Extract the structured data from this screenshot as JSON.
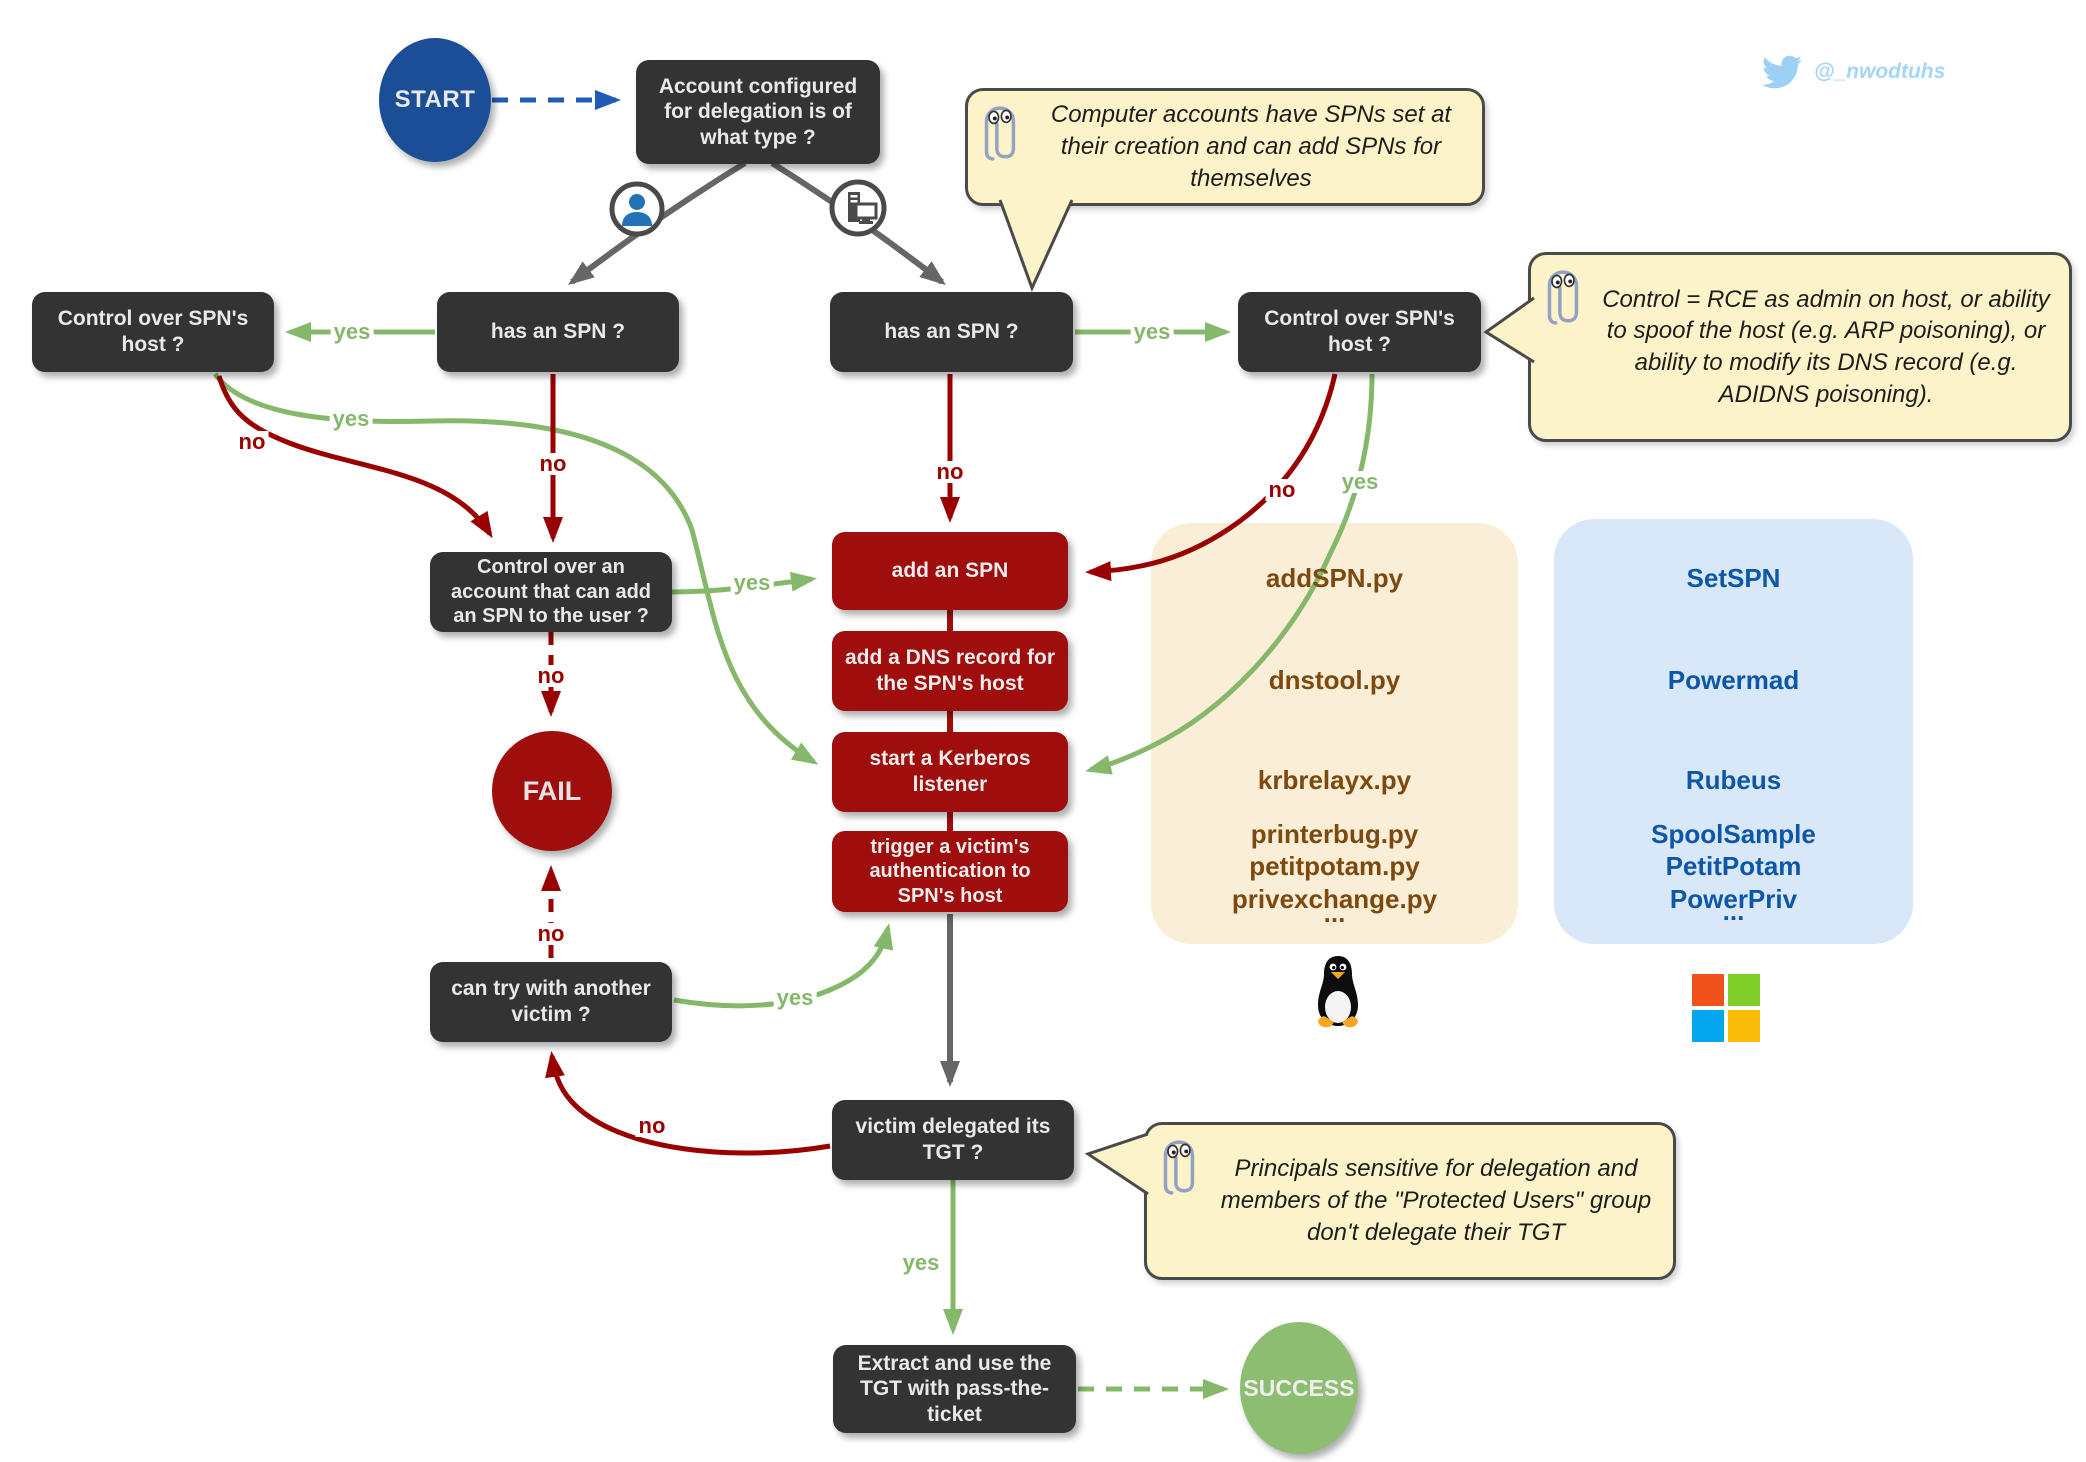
{
  "credit": {
    "handle": "@_nwodtuhs"
  },
  "labels": {
    "yes": "yes",
    "no": "no"
  },
  "nodes": {
    "start": "START",
    "q_type": "Account configured for delegation is of what type ?",
    "ctrl_left": "Control over SPN's host ?",
    "spn_left": "has an SPN ?",
    "spn_right": "has an SPN ?",
    "ctrl_right": "Control over SPN's host ?",
    "ctrl_account": "Control over an account that can add an SPN to the user ?",
    "add_spn": "add an SPN",
    "add_dns": "add a DNS record for the SPN's host",
    "listener": "start a Kerberos listener",
    "trigger": "trigger a victim's authentication to SPN's host",
    "fail": "FAIL",
    "can_try": "can try with another victim ?",
    "victim": "victim delegated its TGT ?",
    "extract": "Extract and use the TGT with pass-the-ticket",
    "success": "SUCCESS"
  },
  "notes": {
    "computer_spn": "Computer accounts have SPNs set at their creation and can add SPNs for themselves",
    "control_def": "Control = RCE as admin on host, or ability to spoof the host (e.g. ARP poisoning), or ability to modify its DNS record (e.g. ADIDNS poisoning).",
    "protected_users": "Principals sensitive for delegation and members of the \"Protected Users\" group don't delegate their TGT"
  },
  "tools": {
    "linux": [
      "addSPN.py",
      "dnstool.py",
      "krbrelayx.py",
      "printerbug.py",
      "petitpotam.py",
      "privexchange.py",
      "..."
    ],
    "windows": [
      "SetSPN",
      "Powermad",
      "Rubeus",
      "SpoolSample",
      "PetitPotam",
      "PowerPriv",
      "..."
    ]
  },
  "icons": {
    "clippy": "clippy-paperclip-icon",
    "user": "user-account-icon",
    "computer": "computer-account-icon",
    "twitter": "twitter-bird-icon",
    "linux": "linux-tux-icon",
    "windows": "windows-logo-icon"
  },
  "colors": {
    "edge_green": "#85b86a",
    "edge_red": "#990000",
    "edge_gray": "#666666",
    "node_dark": "#333333",
    "node_red": "#a00d0d",
    "start_blue": "#1a4e96",
    "success_green": "#8cbd70",
    "note_yellow": "#fdf3c8",
    "panel_orange": "#fbeed6",
    "panel_blue": "#d8e8f8"
  }
}
